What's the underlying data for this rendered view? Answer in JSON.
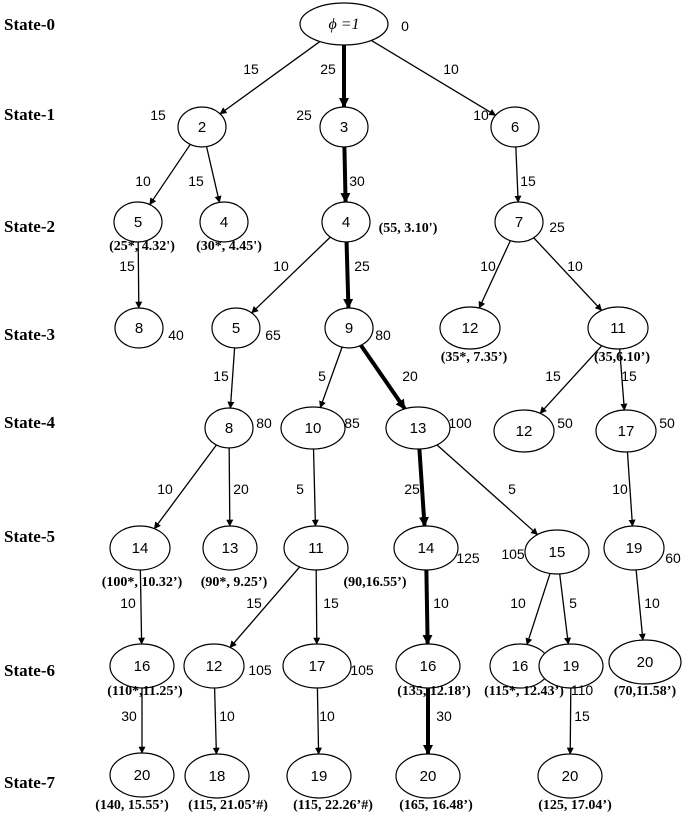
{
  "states": [
    "State-0",
    "State-1",
    "State-2",
    "State-3",
    "State-4",
    "State-5",
    "State-6",
    "State-7"
  ],
  "nodes": {
    "root": {
      "label": "ϕ =1",
      "side": "0"
    },
    "s1a": {
      "label": "2",
      "side": "15"
    },
    "s1b": {
      "label": "3",
      "side": "25"
    },
    "s1c": {
      "label": "6",
      "side": "10"
    },
    "s2a": {
      "label": "5",
      "annot": "(25*, 4.32')"
    },
    "s2b": {
      "label": "4",
      "annot": "(30*, 4.45')"
    },
    "s2c": {
      "label": "4",
      "annot": "(55, 3.10')"
    },
    "s2d": {
      "label": "7",
      "side": "25"
    },
    "s3a": {
      "label": "8",
      "side": "40"
    },
    "s3b": {
      "label": "5",
      "side": "65"
    },
    "s3c": {
      "label": "9",
      "side": "80"
    },
    "s3d": {
      "label": "12",
      "annot": "(35*, 7.35’)"
    },
    "s3e": {
      "label": "11",
      "annot": "(35,6.10’)"
    },
    "s4a": {
      "label": "8",
      "side": "80"
    },
    "s4b": {
      "label": "10",
      "side": "85"
    },
    "s4c": {
      "label": "13",
      "side": "100"
    },
    "s4d": {
      "label": "12",
      "side": "50"
    },
    "s4e": {
      "label": "17",
      "side": "50"
    },
    "s5a": {
      "label": "14",
      "annot": "(100*, 10.32’)"
    },
    "s5b": {
      "label": "13",
      "annot": "(90*, 9.25’)"
    },
    "s5c": {
      "label": "11",
      "annot": "(90,16.55’)"
    },
    "s5d": {
      "label": "14",
      "side": "125"
    },
    "s5e": {
      "label": "15",
      "side": "105"
    },
    "s5f": {
      "label": "19",
      "side": "60"
    },
    "s6a": {
      "label": "16",
      "annot": "(110*,11.25’)"
    },
    "s6b": {
      "label": "12",
      "side": "105"
    },
    "s6c": {
      "label": "17",
      "side": "105"
    },
    "s6d": {
      "label": "16",
      "annot": "(135, 12.18’)"
    },
    "s6e": {
      "label": "16",
      "annot": "(115*, 12.43’)"
    },
    "s6f": {
      "label": "19",
      "side": "110"
    },
    "s6g": {
      "label": "20",
      "annot": "(70,11.58’)"
    },
    "s7a": {
      "label": "20",
      "annot": "(140, 15.55’)"
    },
    "s7b": {
      "label": "18",
      "annot": "(115, 21.05’#)"
    },
    "s7c": {
      "label": "19",
      "annot": "(115, 22.26’#)"
    },
    "s7d": {
      "label": "20",
      "annot": "(165, 16.48’)"
    },
    "s7e": {
      "label": "20",
      "annot": "(125, 17.04’)"
    }
  },
  "edges": [
    {
      "from": "root",
      "to": "s1a",
      "w": "15"
    },
    {
      "from": "root",
      "to": "s1b",
      "w": "25",
      "bold": true
    },
    {
      "from": "root",
      "to": "s1c",
      "w": "10"
    },
    {
      "from": "s1a",
      "to": "s2a",
      "w": "10"
    },
    {
      "from": "s1a",
      "to": "s2b",
      "w": "15"
    },
    {
      "from": "s1b",
      "to": "s2c",
      "w": "30",
      "bold": true
    },
    {
      "from": "s1c",
      "to": "s2d",
      "w": "15"
    },
    {
      "from": "s2a",
      "to": "s3a",
      "w": "15"
    },
    {
      "from": "s2c",
      "to": "s3b",
      "w": "10"
    },
    {
      "from": "s2c",
      "to": "s3c",
      "w": "25",
      "bold": true
    },
    {
      "from": "s2d",
      "to": "s3d",
      "w": "10"
    },
    {
      "from": "s2d",
      "to": "s3e",
      "w": "10"
    },
    {
      "from": "s3b",
      "to": "s4a",
      "w": "15"
    },
    {
      "from": "s3c",
      "to": "s4b",
      "w": "5"
    },
    {
      "from": "s3c",
      "to": "s4c",
      "w": "20",
      "bold": true
    },
    {
      "from": "s3e",
      "to": "s4d",
      "w": "15"
    },
    {
      "from": "s3e",
      "to": "s4e",
      "w": "15"
    },
    {
      "from": "s4a",
      "to": "s5a",
      "w": "10"
    },
    {
      "from": "s4a",
      "to": "s5b",
      "w": "20"
    },
    {
      "from": "s4b",
      "to": "s5c",
      "w": "5"
    },
    {
      "from": "s4c",
      "to": "s5d",
      "w": "25",
      "bold": true
    },
    {
      "from": "s4c",
      "to": "s5e",
      "w": "5"
    },
    {
      "from": "s4e",
      "to": "s5f",
      "w": "10"
    },
    {
      "from": "s5a",
      "to": "s6a",
      "w": "10"
    },
    {
      "from": "s5c",
      "to": "s6b",
      "w": "15"
    },
    {
      "from": "s5c",
      "to": "s6c",
      "w": "15"
    },
    {
      "from": "s5d",
      "to": "s6d",
      "w": "10",
      "bold": true
    },
    {
      "from": "s5e",
      "to": "s6e",
      "w": "10"
    },
    {
      "from": "s5e",
      "to": "s6f",
      "w": "5"
    },
    {
      "from": "s5f",
      "to": "s6g",
      "w": "10"
    },
    {
      "from": "s6a",
      "to": "s7a",
      "w": "30"
    },
    {
      "from": "s6b",
      "to": "s7b",
      "w": "10"
    },
    {
      "from": "s6c",
      "to": "s7c",
      "w": "10"
    },
    {
      "from": "s6d",
      "to": "s7d",
      "w": "30",
      "bold": true
    },
    {
      "from": "s6f",
      "to": "s7e",
      "w": "15"
    }
  ]
}
